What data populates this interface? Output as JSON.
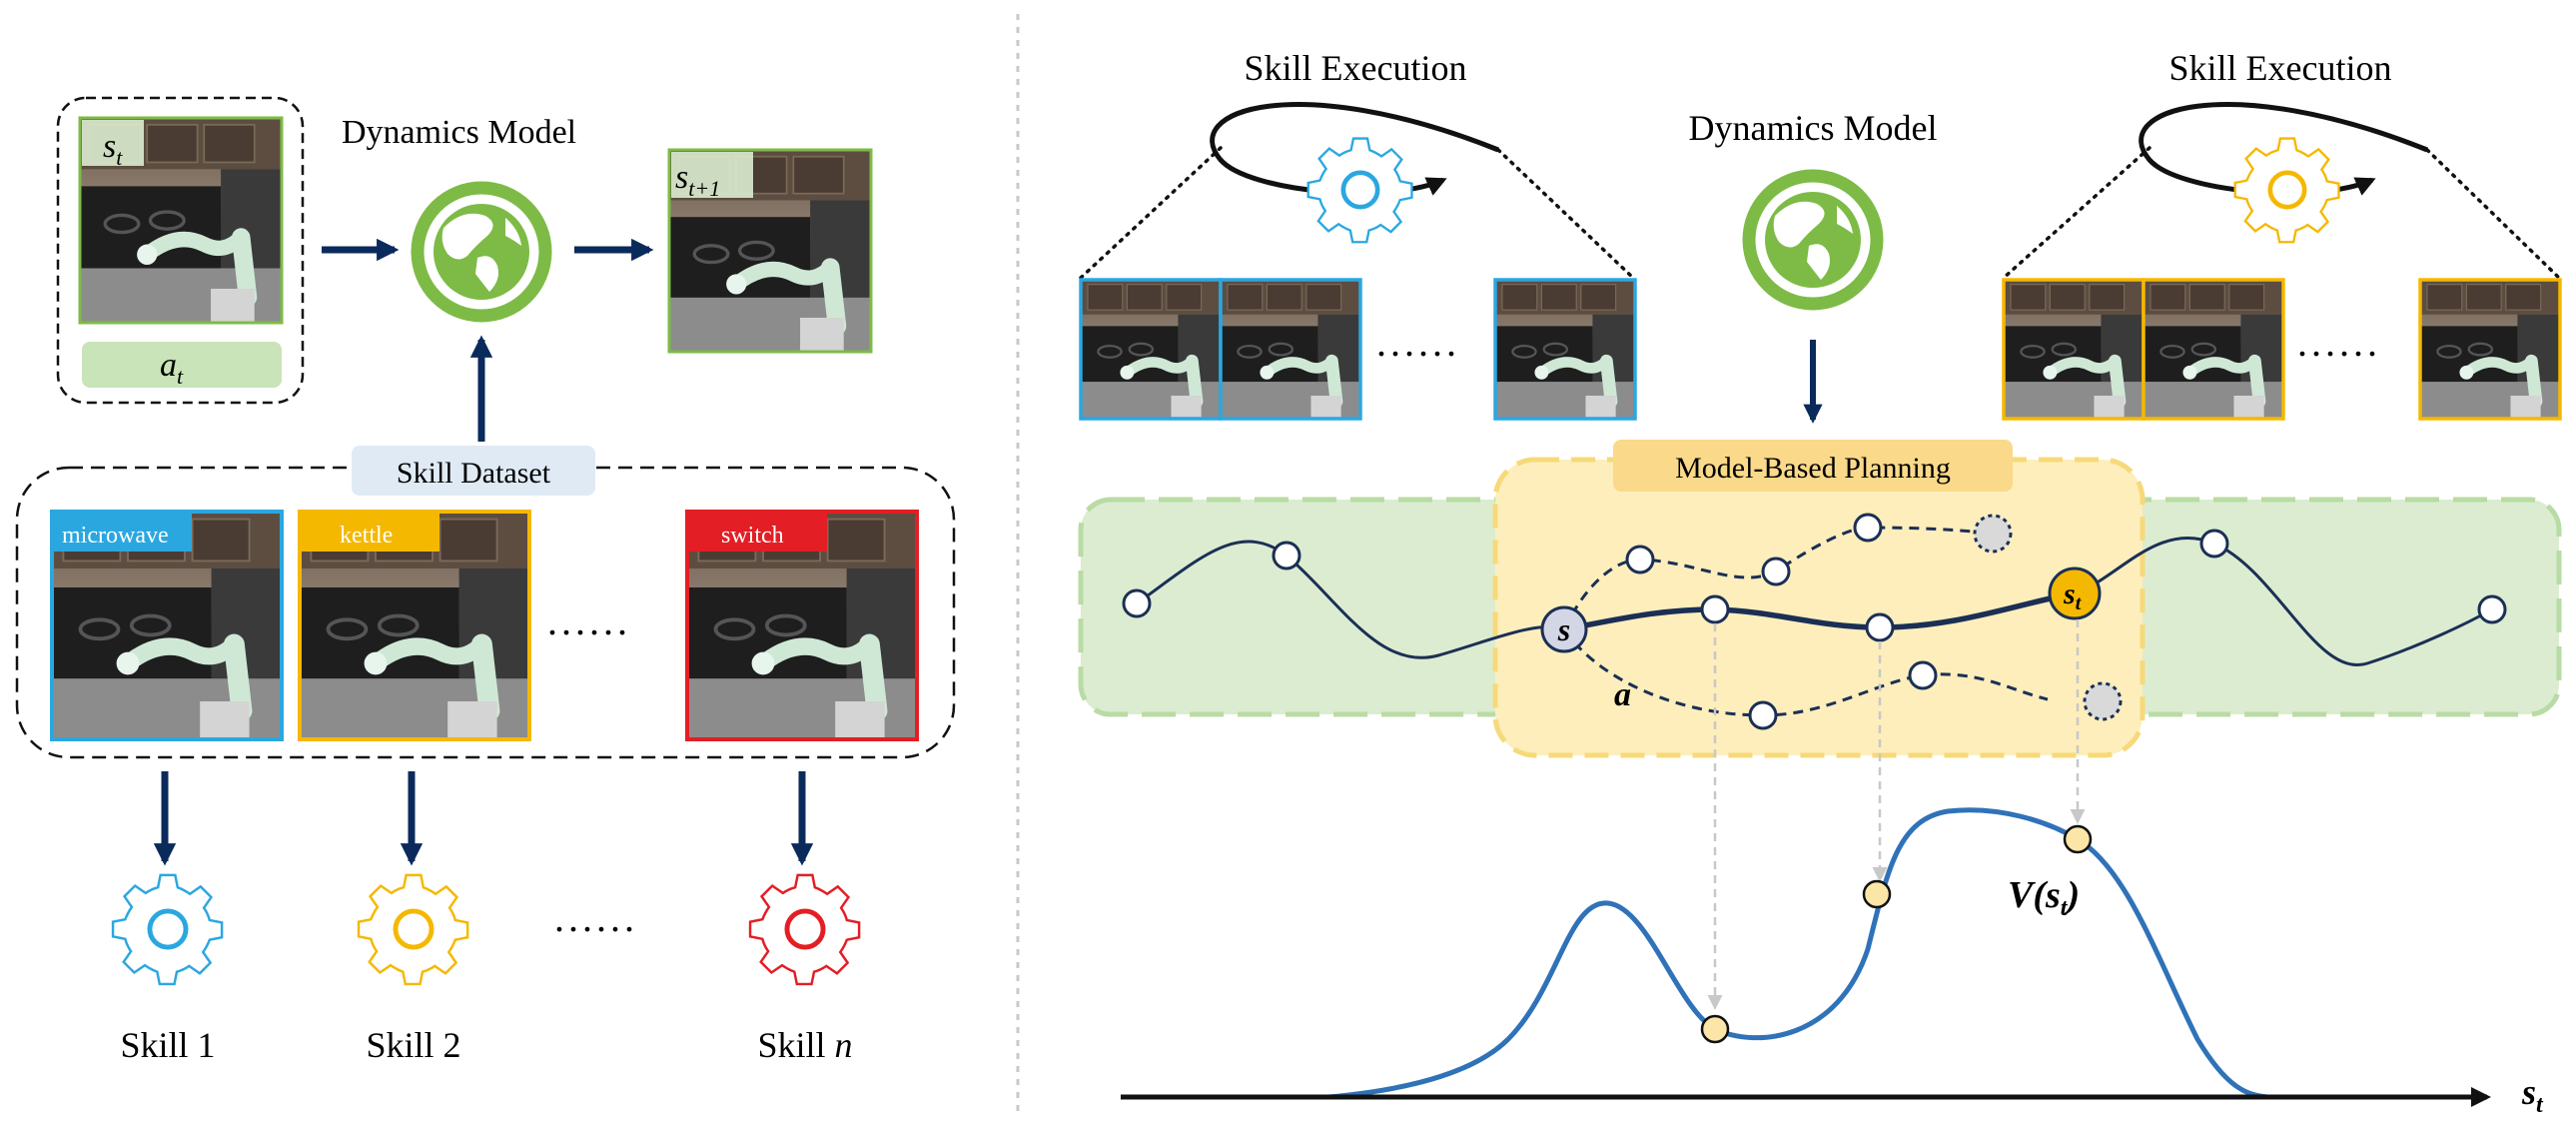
{
  "left": {
    "state_label": "s",
    "state_sub": "t",
    "action_label": "a",
    "action_sub": "t",
    "dynamics_title": "Dynamics Model",
    "next_state_label": "s",
    "next_state_sub": "t+1",
    "skill_dataset_label": "Skill Dataset",
    "datasets": [
      {
        "label": "microwave",
        "color": "#2ba7e0"
      },
      {
        "label": "kettle",
        "color": "#f5b800"
      },
      {
        "label": "switch",
        "color": "#e31e24"
      }
    ],
    "dataset_ellipsis": "......",
    "skills": [
      {
        "label": "Skill 1",
        "color": "#2ba7e0"
      },
      {
        "label": "Skill 2",
        "color": "#f5b800"
      },
      {
        "label": "Skill",
        "italic_suffix": "n",
        "color": "#e31e24"
      }
    ],
    "skill_ellipsis": "......"
  },
  "right": {
    "skill_exec_left": "Skill Execution",
    "skill_exec_right": "Skill Execution",
    "dynamics_title": "Dynamics Model",
    "frame_ellipsis": "......",
    "planning_label": "Model-Based Planning",
    "node_s": "s",
    "node_st": "s",
    "node_st_sub": "t",
    "action_label": "a",
    "value_label": "V(s",
    "value_sub": "t",
    "value_close": ")",
    "axis_label": "s",
    "axis_sub": "t"
  },
  "colors": {
    "blue": "#2ba7e0",
    "yellow": "#f5b800",
    "red": "#e31e24",
    "navy": "#0b2a5c",
    "green": "#7dbb46",
    "light_green": "#dcecd0",
    "light_yellow": "#fdeebc",
    "curve_blue": "#2f72b8"
  }
}
